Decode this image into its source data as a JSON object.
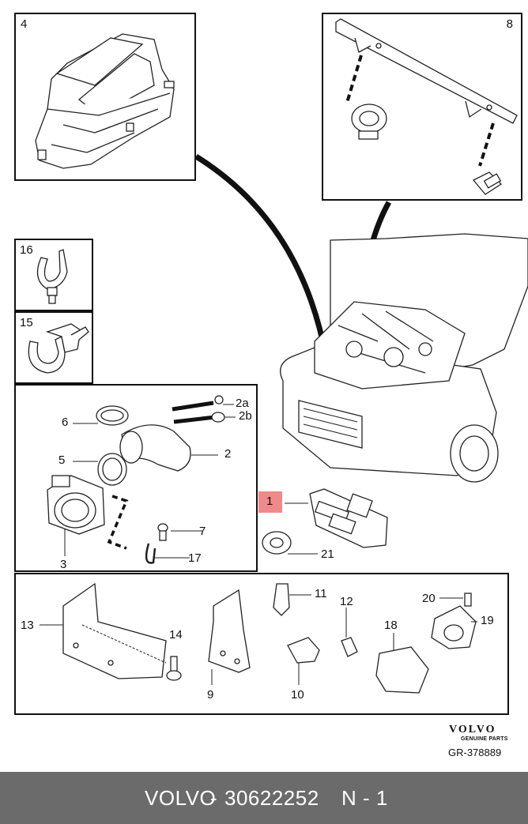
{
  "callouts": {
    "c1": "1",
    "c2": "2",
    "c2a": "2a",
    "c2b": "2b",
    "c3": "3",
    "c4": "4",
    "c5": "5",
    "c6": "6",
    "c7": "7",
    "c8": "8",
    "c9": "9",
    "c10": "10",
    "c11": "11",
    "c12": "12",
    "c13": "13",
    "c14": "14",
    "c15": "15",
    "c16": "16",
    "c17": "17",
    "c18": "18",
    "c19": "19",
    "c20": "20",
    "c21": "21"
  },
  "brand": {
    "name": "VOLVO",
    "sub": "GENUINE PARTS",
    "ref": "GR-378889"
  },
  "footer": {
    "brand": "VOLVO",
    "separator": "-",
    "part_number": "30622252",
    "quantity": "N - 1"
  },
  "highlight_color": "#f08a8a",
  "footer_color": "#6b6b6b"
}
